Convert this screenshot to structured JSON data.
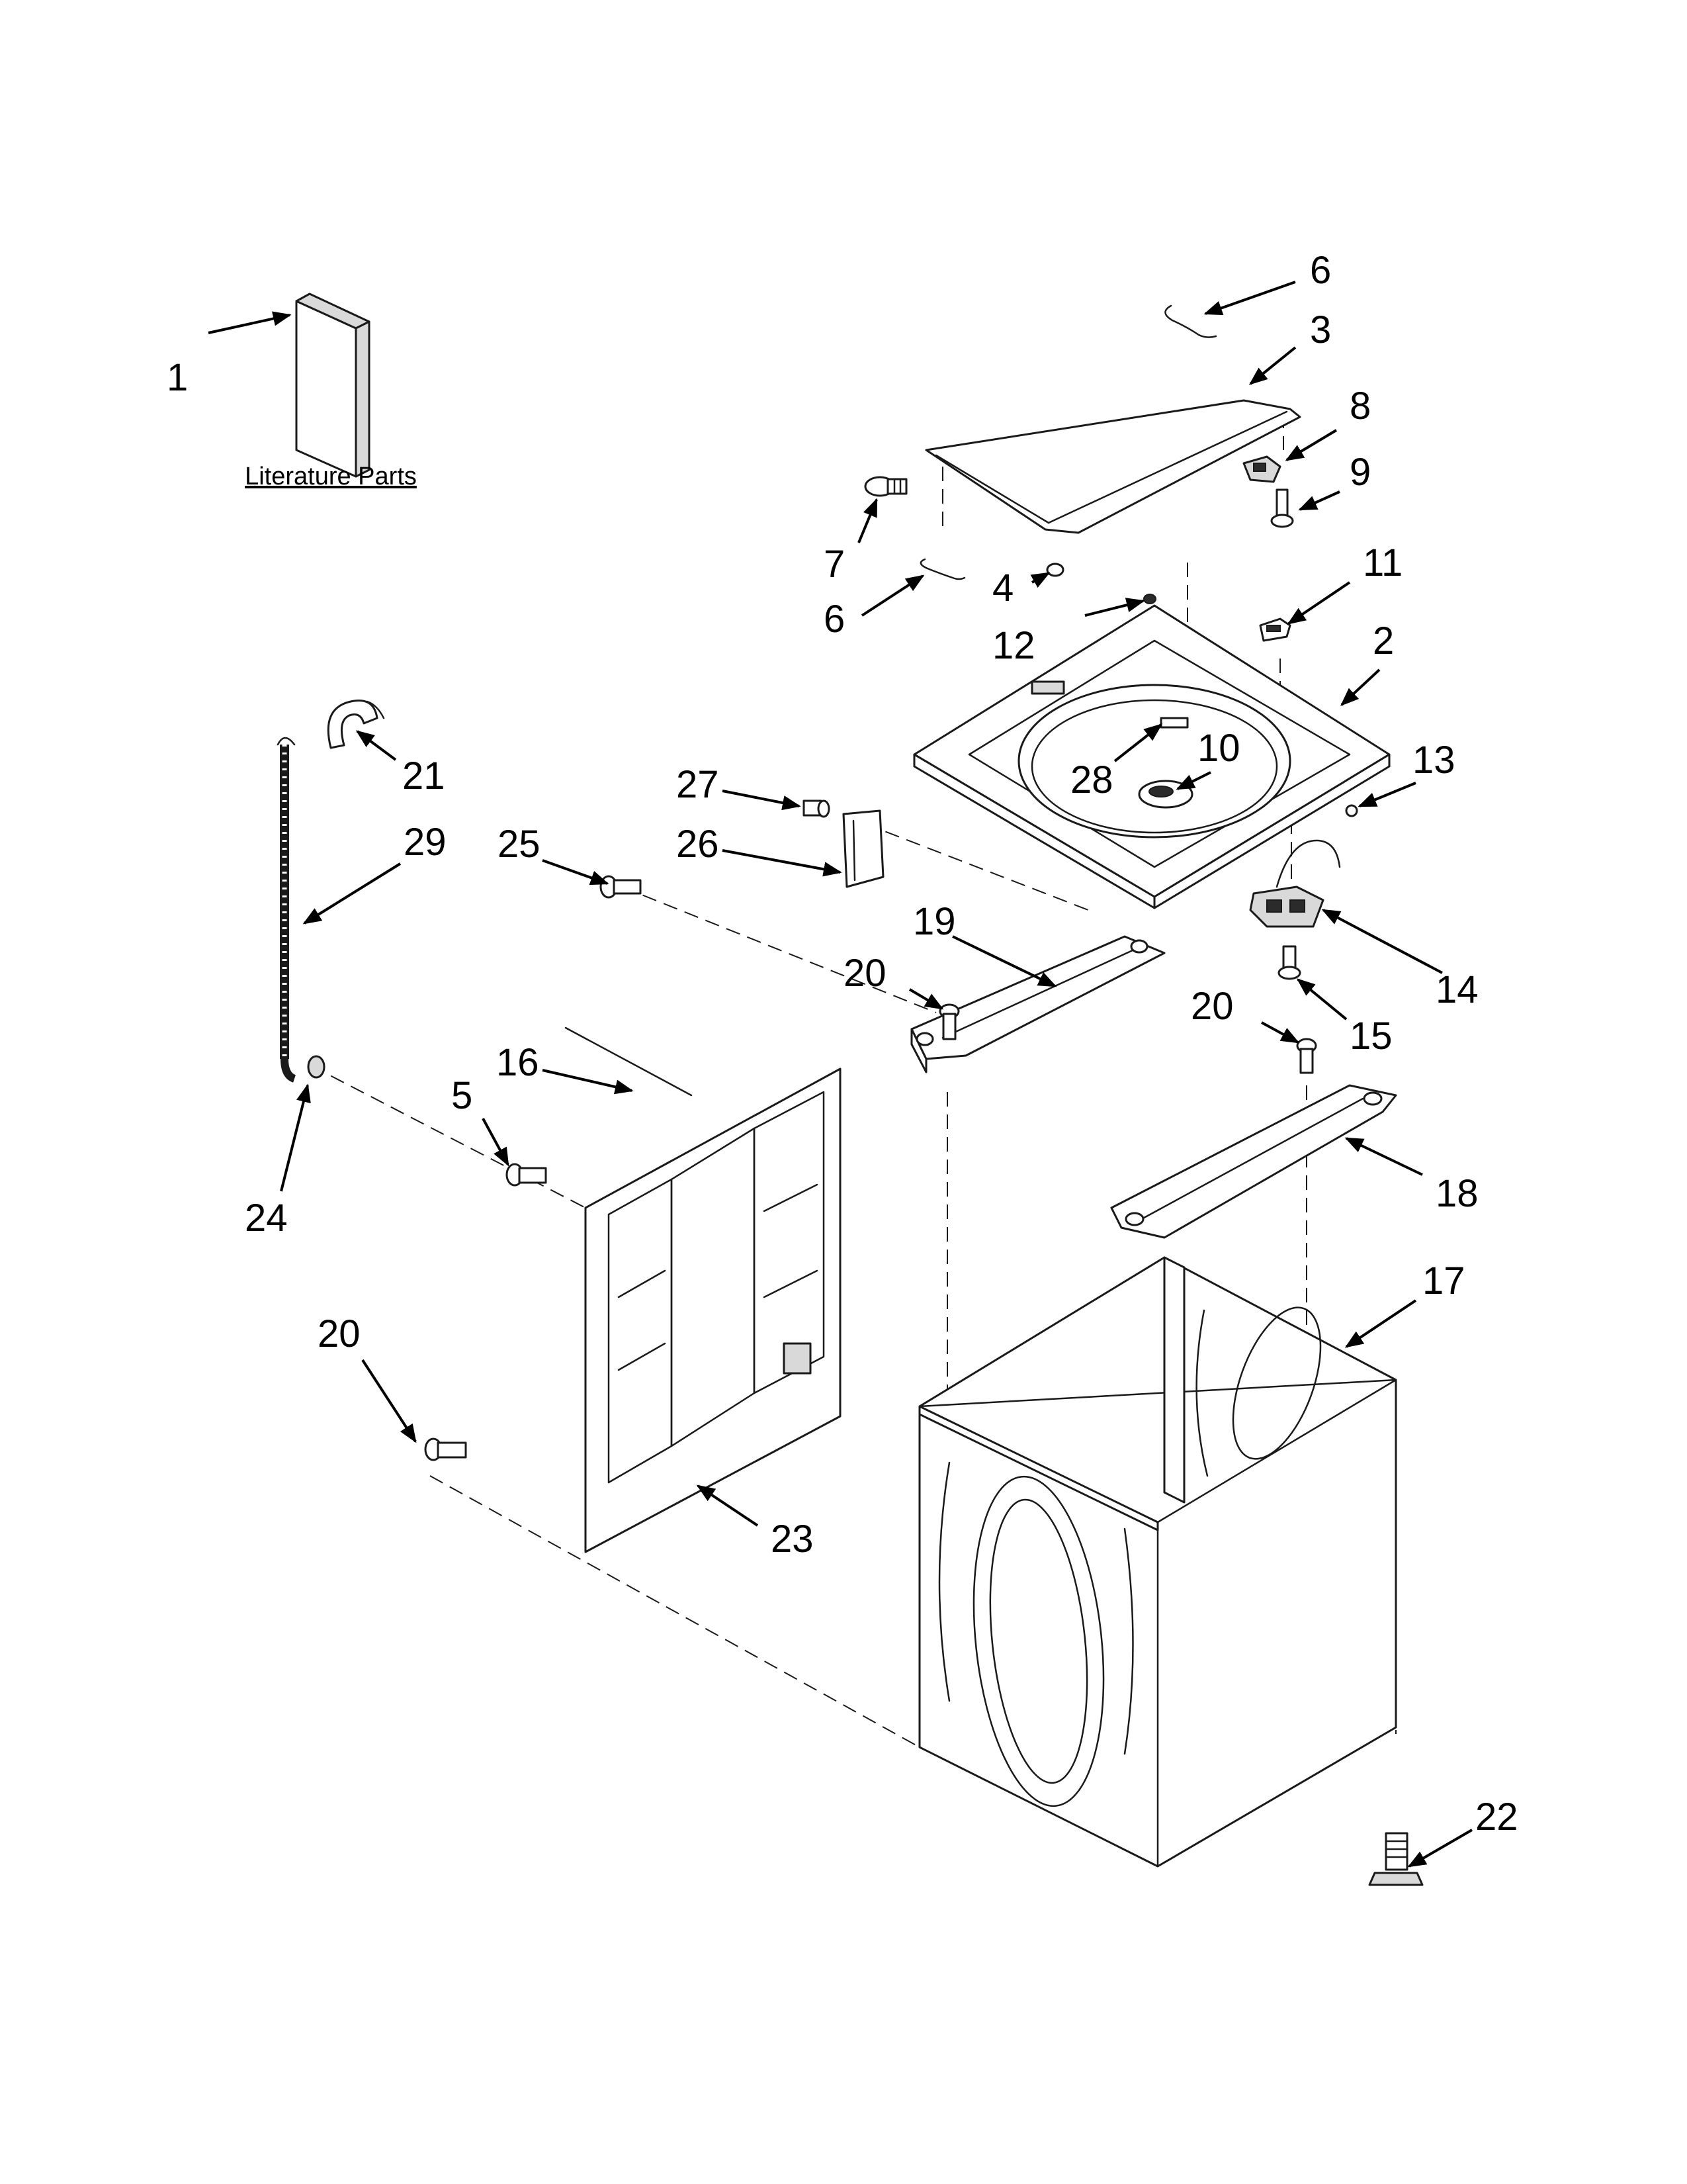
{
  "diagram": {
    "caption": "Literature Parts",
    "colors": {
      "line": "#1a1a1a",
      "shade": "#d9d9d9",
      "background": "#ffffff"
    },
    "callouts": [
      {
        "id": "c1",
        "label": "1"
      },
      {
        "id": "c2",
        "label": "2"
      },
      {
        "id": "c3",
        "label": "3"
      },
      {
        "id": "c4",
        "label": "4"
      },
      {
        "id": "c5",
        "label": "5"
      },
      {
        "id": "c6a",
        "label": "6"
      },
      {
        "id": "c6b",
        "label": "6"
      },
      {
        "id": "c7",
        "label": "7"
      },
      {
        "id": "c8",
        "label": "8"
      },
      {
        "id": "c9",
        "label": "9"
      },
      {
        "id": "c10",
        "label": "10"
      },
      {
        "id": "c11",
        "label": "11"
      },
      {
        "id": "c12",
        "label": "12"
      },
      {
        "id": "c13",
        "label": "13"
      },
      {
        "id": "c14",
        "label": "14"
      },
      {
        "id": "c15",
        "label": "15"
      },
      {
        "id": "c16",
        "label": "16"
      },
      {
        "id": "c17",
        "label": "17"
      },
      {
        "id": "c18",
        "label": "18"
      },
      {
        "id": "c19",
        "label": "19"
      },
      {
        "id": "c20a",
        "label": "20"
      },
      {
        "id": "c20b",
        "label": "20"
      },
      {
        "id": "c20c",
        "label": "20"
      },
      {
        "id": "c21",
        "label": "21"
      },
      {
        "id": "c22",
        "label": "22"
      },
      {
        "id": "c23",
        "label": "23"
      },
      {
        "id": "c24",
        "label": "24"
      },
      {
        "id": "c25",
        "label": "25"
      },
      {
        "id": "c26",
        "label": "26"
      },
      {
        "id": "c27",
        "label": "27"
      },
      {
        "id": "c28",
        "label": "28"
      },
      {
        "id": "c29",
        "label": "29"
      }
    ]
  }
}
